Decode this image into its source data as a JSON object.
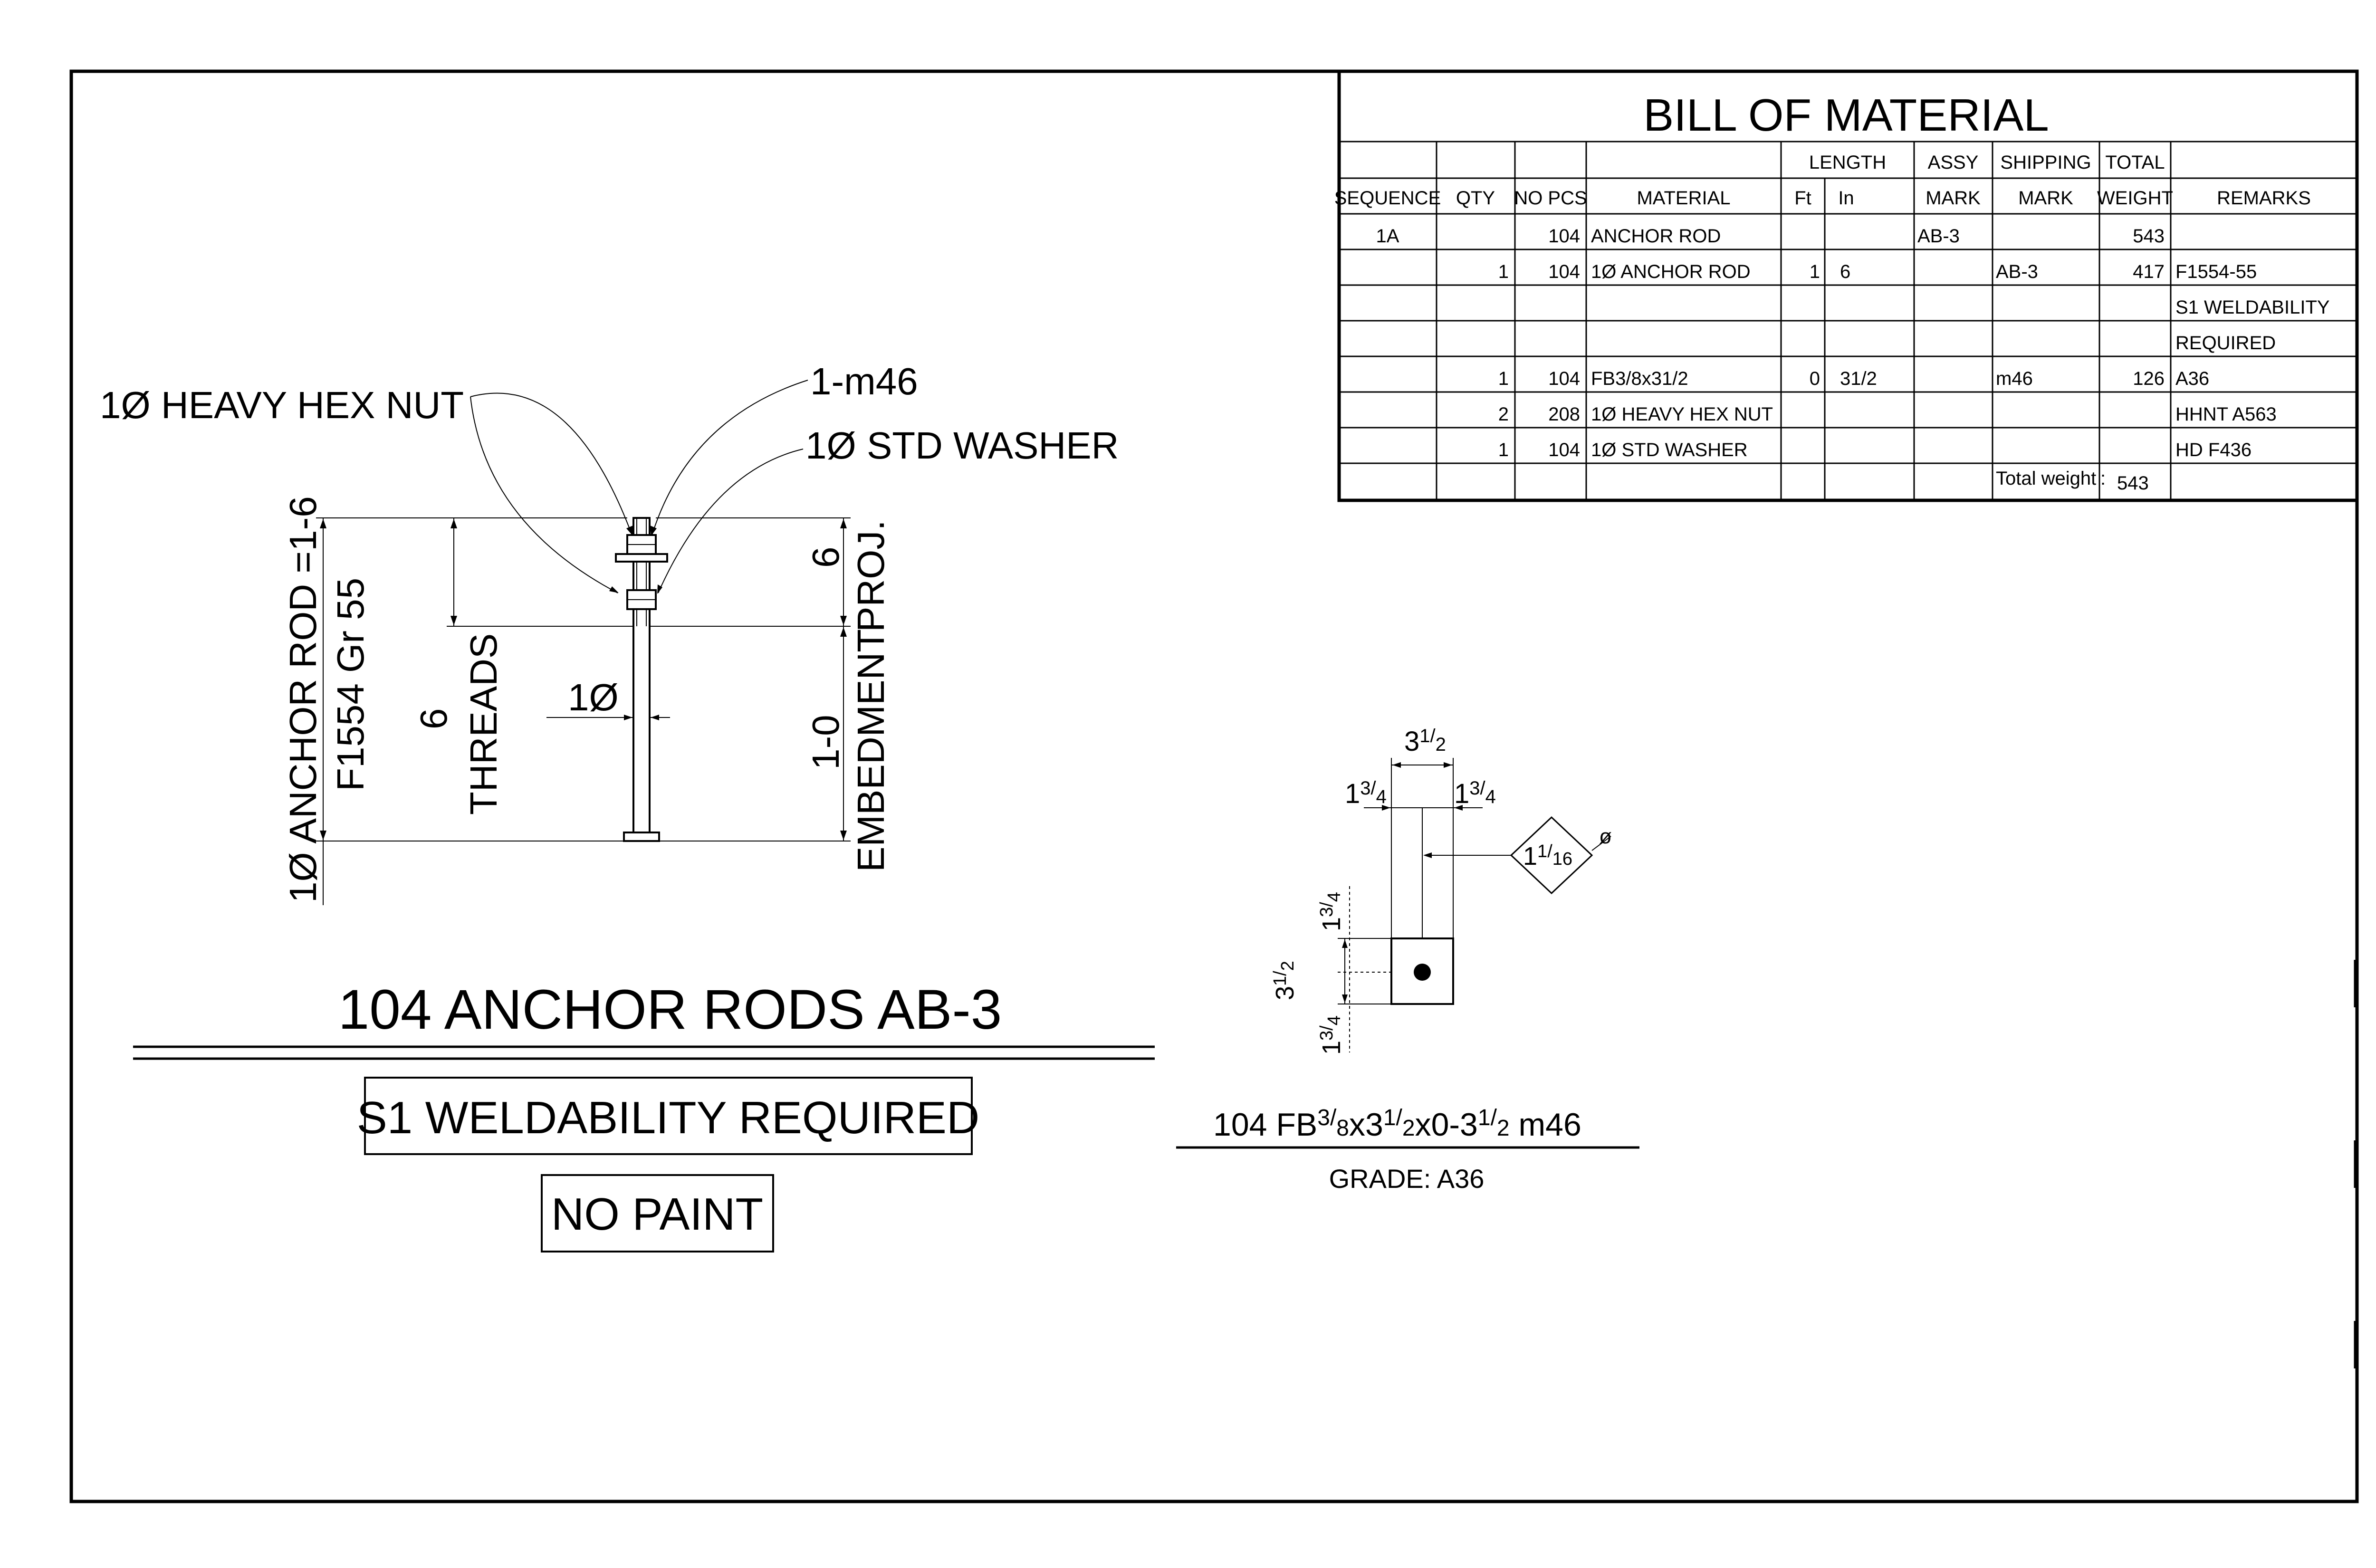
{
  "bom": {
    "title": "BILL OF MATERIAL",
    "header_top": {
      "length": "LENGTH",
      "assy": "ASSY",
      "shipping": "SHIPPING",
      "total": "TOTAL"
    },
    "header_bottom": {
      "sequence": "SEQUENCE",
      "qty": "QTY",
      "no_pcs": "NO PCS",
      "material": "MATERIAL",
      "ft": "Ft",
      "in": "In",
      "assy_mark": "MARK",
      "ship_mark": "MARK",
      "weight": "WEIGHT",
      "remarks": "REMARKS"
    },
    "rows": [
      {
        "seq": "1A",
        "qty": "",
        "pcs": "104",
        "material": "ANCHOR ROD",
        "ft": "",
        "in": "",
        "assy": "AB-3",
        "ship": "",
        "weight": "543",
        "remarks": ""
      },
      {
        "seq": "",
        "qty": "1",
        "pcs": "104",
        "material": "1Ø ANCHOR ROD",
        "ft": "1",
        "in": "6",
        "assy": "",
        "ship": "AB-3",
        "weight": "417",
        "remarks": "F1554-55"
      },
      {
        "seq": "",
        "qty": "",
        "pcs": "",
        "material": "",
        "ft": "",
        "in": "",
        "assy": "",
        "ship": "",
        "weight": "",
        "remarks": "S1 WELDABILITY"
      },
      {
        "seq": "",
        "qty": "",
        "pcs": "",
        "material": "",
        "ft": "",
        "in": "",
        "assy": "",
        "ship": "",
        "weight": "",
        "remarks": "REQUIRED"
      },
      {
        "seq": "",
        "qty": "1",
        "pcs": "104",
        "material": "FB3/8x31/2",
        "ft": "0",
        "in": "31/2",
        "assy": "",
        "ship": "m46",
        "weight": "126",
        "remarks": "A36"
      },
      {
        "seq": "",
        "qty": "2",
        "pcs": "208",
        "material": "1Ø HEAVY HEX NUT",
        "ft": "",
        "in": "",
        "assy": "",
        "ship": "",
        "weight": "",
        "remarks": "HHNT  A563"
      },
      {
        "seq": "",
        "qty": "1",
        "pcs": "104",
        "material": "1Ø  STD  WASHER",
        "ft": "",
        "in": "",
        "assy": "",
        "ship": "",
        "weight": "",
        "remarks": "HD  F436"
      }
    ],
    "total_label": "Total weight",
    "total_colon": ":",
    "total_value": "543"
  },
  "rod_detail": {
    "callout_nut": "1Ø HEAVY HEX NUT",
    "callout_mark": "1-m46",
    "callout_washer": "1Ø STD WASHER",
    "overall_label_1": "1Ø  ANCHOR ROD =1-6",
    "overall_label_2": "F1554 Gr 55",
    "threads_value": "6",
    "threads_label": "THREADS",
    "diameter_label": "1Ø",
    "proj_value": "6",
    "proj_label": "PROJ.",
    "embed_value": "1-0",
    "embed_label": "EMBEDMENT"
  },
  "notes": {
    "main_title": "104 ANCHOR RODS AB-3",
    "weldability": "S1 WELDABILITY REQUIRED",
    "paint": "NO PAINT"
  },
  "plate_detail": {
    "width_whole": "3",
    "width_frac_num": "1",
    "width_frac_den": "2",
    "edge_whole": "1",
    "edge_frac_num": "3",
    "edge_frac_den": "4",
    "hole_whole": "1",
    "hole_frac_num": "1",
    "hole_frac_den": "16",
    "hole_symbol": "ø",
    "height_whole": "3",
    "height_frac_num": "1",
    "height_frac_den": "2",
    "caption_a": "104 FB",
    "caption_b": "3",
    "caption_c": "/",
    "caption_d": "8",
    "caption_e": "x3",
    "caption_f": "1",
    "caption_g": "/",
    "caption_h": "2",
    "caption_i": "x0-3",
    "caption_j": "1",
    "caption_k": "/",
    "caption_l": "2",
    "caption_m": " m46",
    "grade": "GRADE: A36"
  }
}
